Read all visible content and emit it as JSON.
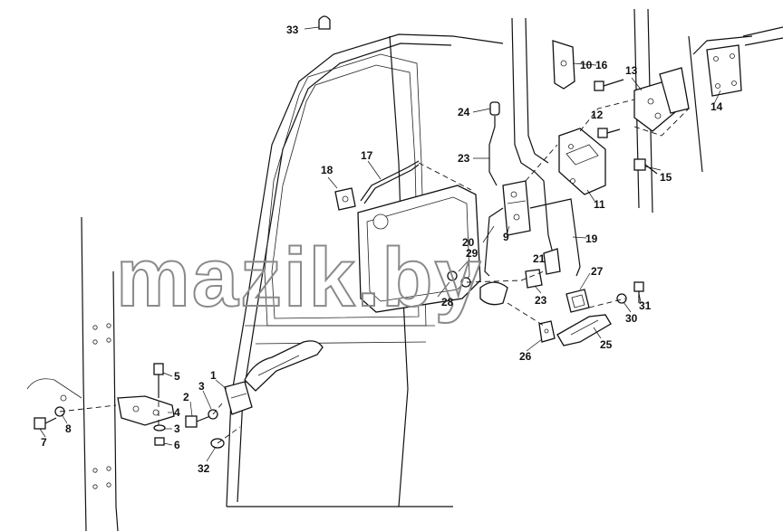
{
  "diagram": {
    "watermark": "mazik.by",
    "callouts": [
      {
        "id": "c33",
        "text": "33"
      },
      {
        "id": "c10",
        "text": "10"
      },
      {
        "id": "c16",
        "text": "16"
      },
      {
        "id": "c13",
        "text": "13"
      },
      {
        "id": "c14",
        "text": "14"
      },
      {
        "id": "c24",
        "text": "24"
      },
      {
        "id": "c12",
        "text": "12"
      },
      {
        "id": "c23a",
        "text": "23"
      },
      {
        "id": "c17",
        "text": "17"
      },
      {
        "id": "c18",
        "text": "18"
      },
      {
        "id": "c15",
        "text": "15"
      },
      {
        "id": "c11",
        "text": "11"
      },
      {
        "id": "c20",
        "text": "20"
      },
      {
        "id": "c9",
        "text": "9"
      },
      {
        "id": "c19",
        "text": "19"
      },
      {
        "id": "c29",
        "text": "29"
      },
      {
        "id": "c21",
        "text": "21"
      },
      {
        "id": "c27",
        "text": "27"
      },
      {
        "id": "c28",
        "text": "28"
      },
      {
        "id": "c23b",
        "text": "23"
      },
      {
        "id": "c31",
        "text": "31"
      },
      {
        "id": "c30",
        "text": "30"
      },
      {
        "id": "c25",
        "text": "25"
      },
      {
        "id": "c26",
        "text": "26"
      },
      {
        "id": "c5",
        "text": "5"
      },
      {
        "id": "c1",
        "text": "1"
      },
      {
        "id": "c3a",
        "text": "3"
      },
      {
        "id": "c2",
        "text": "2"
      },
      {
        "id": "c4",
        "text": "4"
      },
      {
        "id": "c8",
        "text": "8"
      },
      {
        "id": "c3b",
        "text": "3"
      },
      {
        "id": "c6",
        "text": "6"
      },
      {
        "id": "c7",
        "text": "7"
      },
      {
        "id": "c32",
        "text": "32"
      }
    ]
  }
}
